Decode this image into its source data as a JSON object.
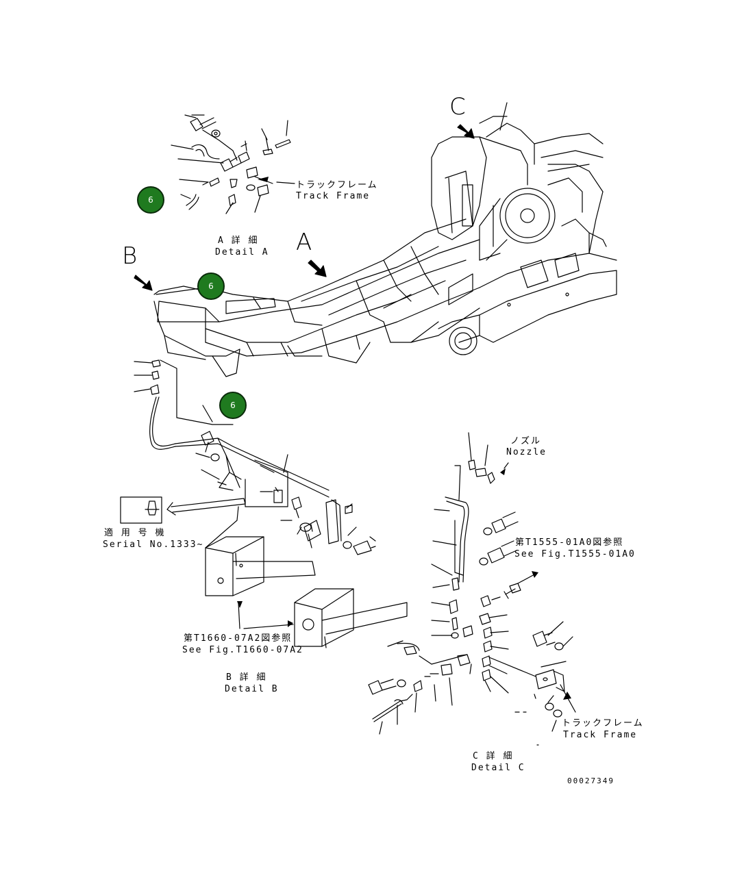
{
  "details": {
    "a": {
      "letter": "A",
      "title_jp": "A 詳 細",
      "title_en": "Detail A"
    },
    "b": {
      "letter": "B",
      "title_jp": "B 詳 細",
      "title_en": "Detail B"
    },
    "c": {
      "letter": "C",
      "title_jp": "C 詳 細",
      "title_en": "Detail C"
    }
  },
  "labels": {
    "track_frame_a_jp": "トラックフレーム",
    "track_frame_a_en": "Track Frame",
    "track_frame_c_jp": "トラックフレーム",
    "track_frame_c_en": "Track Frame",
    "nozzle_jp": "ノズル",
    "nozzle_en": "Nozzle",
    "serial_jp": "適 用 号 機",
    "serial_en": "Serial No.1333~",
    "ref1555_jp": "第T1555-01A0図参照",
    "ref1555_en": "See Fig.T1555-01A0",
    "ref1660_jp": "第T1660-07A2図参照",
    "ref1660_en": "See Fig.T1660-07A2"
  },
  "callouts": [
    "6",
    "6",
    "6"
  ],
  "drawing_number": "00027349",
  "colors": {
    "callout_fill": "#1f7a1f",
    "line": "#000000"
  }
}
